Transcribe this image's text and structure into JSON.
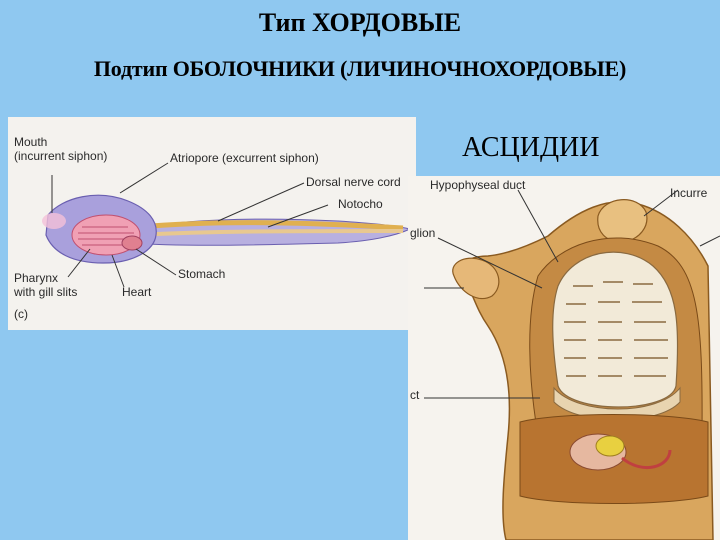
{
  "slide": {
    "title": "Тип ХОРДОВЫЕ",
    "subtitle": "Подтип ОБОЛОЧНИКИ (ЛИЧИНОЧНОХОРДОВЫЕ)",
    "ascidia_label": "АСЦИДИИ"
  },
  "larva_figure": {
    "labels": {
      "mouth": "Mouth",
      "mouth_sub": "(incurrent siphon)",
      "atriopore": "Atriopore (excurrent siphon)",
      "dorsal_nerve": "Dorsal nerve cord",
      "notochord": "Notocho",
      "pharynx": "Pharynx",
      "pharynx_sub": "with gill slits",
      "heart": "Heart",
      "stomach": "Stomach",
      "panel_tag": "(c)"
    }
  },
  "adult_figure": {
    "labels": {
      "hypophyseal": "Hypophyseal duct",
      "incurrent": "Incurre",
      "ganglion": "glion",
      "duct": "ct"
    }
  },
  "colors": {
    "background": "#8fc8f0",
    "body_tan": "#d9a65e",
    "pharynx_pink": "#f0a0b4"
  }
}
